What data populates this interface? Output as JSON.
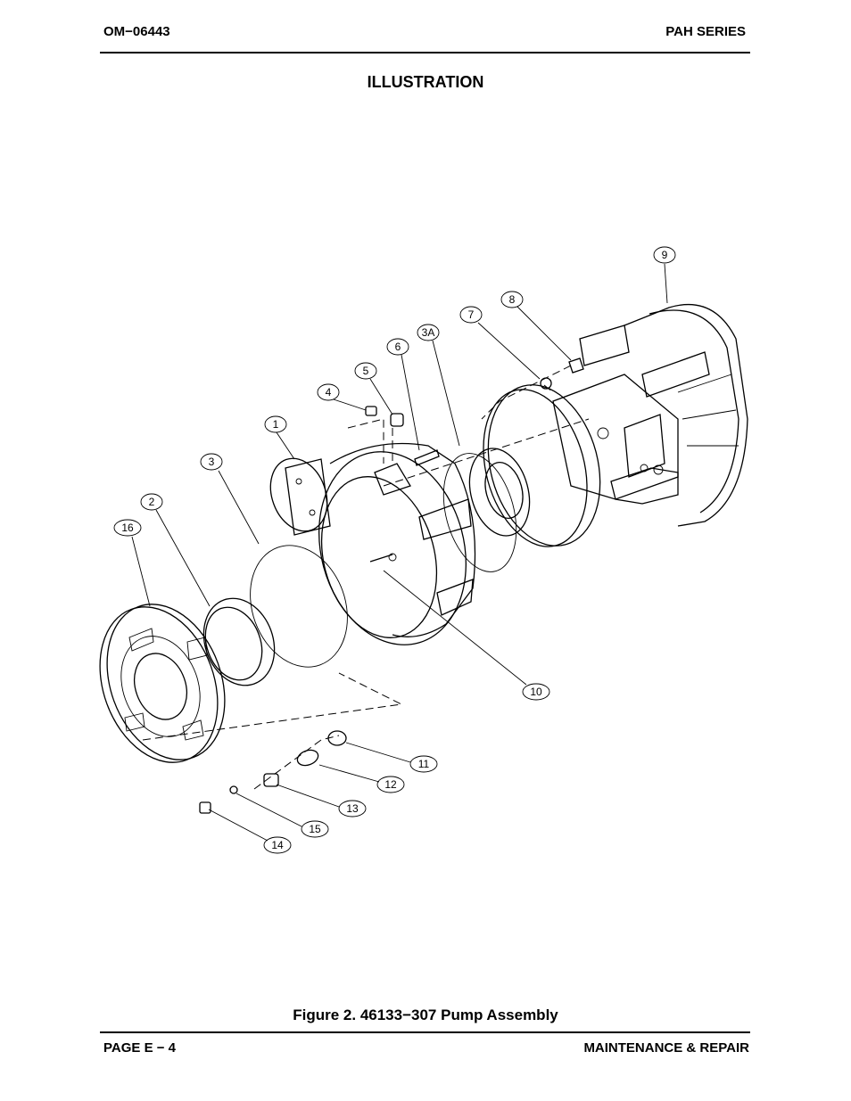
{
  "header": {
    "doc_number": "OM−06443",
    "series": "PAH SERIES"
  },
  "section_title": "ILLUSTRATION",
  "figure": {
    "caption": "Figure 2.  46133−307 Pump Assembly",
    "callouts": [
      "9",
      "8",
      "7",
      "3A",
      "6",
      "5",
      "4",
      "1",
      "3",
      "2",
      "16",
      "10",
      "11",
      "12",
      "13",
      "15",
      "14"
    ]
  },
  "footer": {
    "page": "PAGE E − 4",
    "section": "MAINTENANCE & REPAIR"
  }
}
